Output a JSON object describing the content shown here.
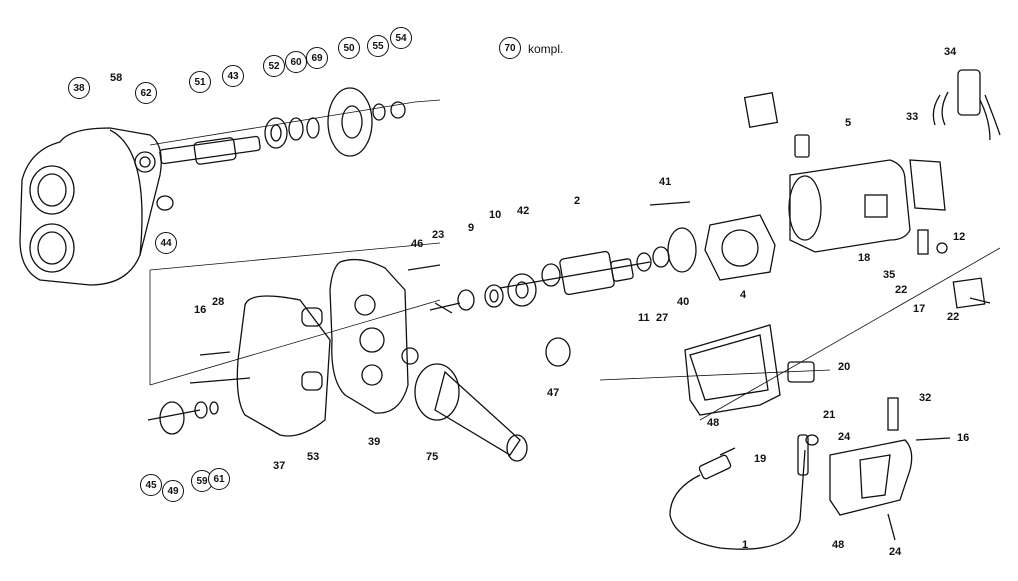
{
  "kompl_label": "kompl.",
  "callouts_circled": [
    "38",
    "62",
    "51",
    "43",
    "52",
    "60",
    "69",
    "50",
    "55",
    "54",
    "44",
    "45",
    "49",
    "59",
    "61",
    "70"
  ],
  "labels": [
    "58",
    "41",
    "2",
    "42",
    "10",
    "9",
    "23",
    "46",
    "11",
    "27",
    "40",
    "4",
    "5",
    "33",
    "34",
    "12",
    "18",
    "35",
    "22",
    "17",
    "22",
    "28",
    "16",
    "37",
    "53",
    "39",
    "75",
    "47",
    "20",
    "48",
    "32",
    "21",
    "24",
    "16",
    "19",
    "1",
    "48",
    "24"
  ]
}
